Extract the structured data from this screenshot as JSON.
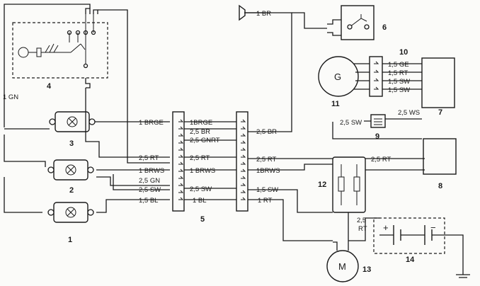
{
  "components": {
    "lamp_1": "1",
    "lamp_2": "2",
    "lamp_3": "3",
    "switch_4": "4",
    "connector_5": "5",
    "relay_6": "6",
    "box_7": "7",
    "box_8": "8",
    "part_9": "9",
    "connector_10": "10",
    "alternator_11": "11",
    "fuse_12": "12",
    "motor_13": "13",
    "battery_14": "14"
  },
  "symbols": {
    "alternator": "G",
    "motor": "M",
    "plus": "+",
    "minus": "−"
  },
  "wires_left": {
    "gn_left": "1 GN",
    "w1": "1 BRGE",
    "w2": "2,5 RT",
    "w3": "1 BRWS",
    "w4": "2,5 GN",
    "w5": "2,5 SW",
    "w6": "1,5 BL"
  },
  "wires_mid": {
    "m1": "1BRGE",
    "m2": "2,5 BR",
    "m3": "2,5 GNRT",
    "m4": "2,5 RT",
    "m5": "1 BRWS",
    "m6": "2,5 SW",
    "m7": "1 BL"
  },
  "wires_right": {
    "r1": "2,5 BR",
    "r2": "2,5 RT",
    "r3": "1BRWS",
    "r4": "1,5 SW",
    "r5": "1 RT",
    "top": "1 BR",
    "to8": "2,5 RT",
    "sw9": "2,5 SW",
    "ws": "2,5 WS",
    "fuse_out_a": "2,5",
    "fuse_out_b": "RT"
  },
  "connector_10_wires": [
    "1,5 GE",
    "1,5 RT",
    "1,5 SW",
    "1,5 SW"
  ]
}
